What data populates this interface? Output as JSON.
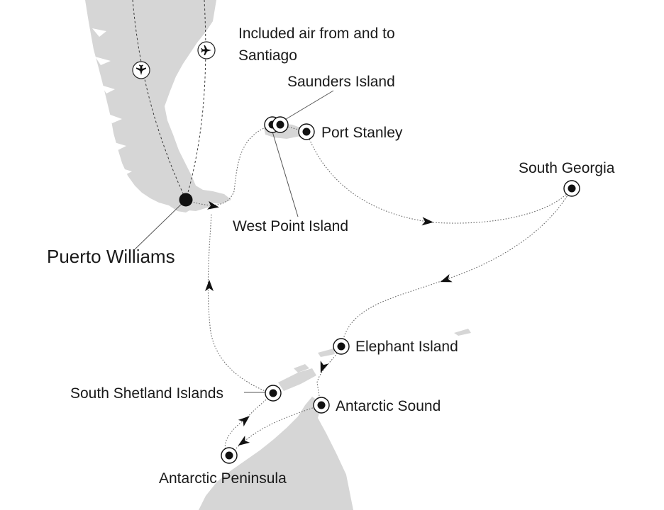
{
  "map": {
    "home_port": {
      "name": "Puerto Williams"
    },
    "note": {
      "line1": "Included air from and to",
      "line2": "Santiago"
    },
    "stops": [
      {
        "id": "saunders",
        "name": "Saunders Island"
      },
      {
        "id": "west-point",
        "name": "West Point Island"
      },
      {
        "id": "port-stanley",
        "name": "Port Stanley"
      },
      {
        "id": "south-georgia",
        "name": "South Georgia"
      },
      {
        "id": "elephant",
        "name": "Elephant Island"
      },
      {
        "id": "antarctic-sound",
        "name": "Antarctic Sound"
      },
      {
        "id": "south-shetland",
        "name": "South Shetland Islands"
      },
      {
        "id": "antarctic-peninsula",
        "name": "Antarctic Peninsula"
      }
    ],
    "icons": [
      "airplane-icon",
      "port-marker-icon",
      "home-port-marker",
      "direction-arrow-icon"
    ],
    "colors": {
      "land": "#d6d6d6",
      "route": "#6a6a6a",
      "marker": "#111111",
      "background": "#ffffff"
    }
  }
}
